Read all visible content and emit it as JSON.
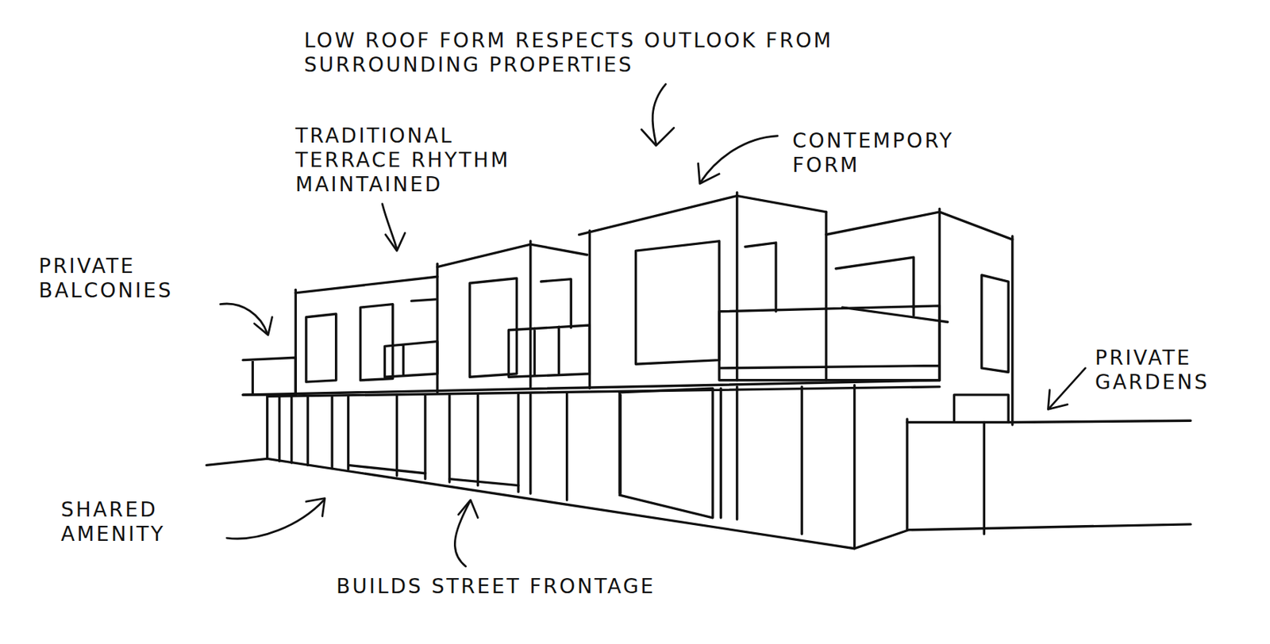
{
  "diagram": {
    "labels": [
      "LOW ROOF FORM RESPECTS OUTLOOK FROM SURROUNDING PROPERTIES",
      "TRADITIONAL TERRACE RHYTHM MAINTAINED",
      "CONTEMPORY FORM",
      "PRIVATE BALCONIES",
      "PRIVATE GARDENS",
      "SHARED AMENITY",
      "BUILDS STREET FRONTAGE"
    ]
  }
}
